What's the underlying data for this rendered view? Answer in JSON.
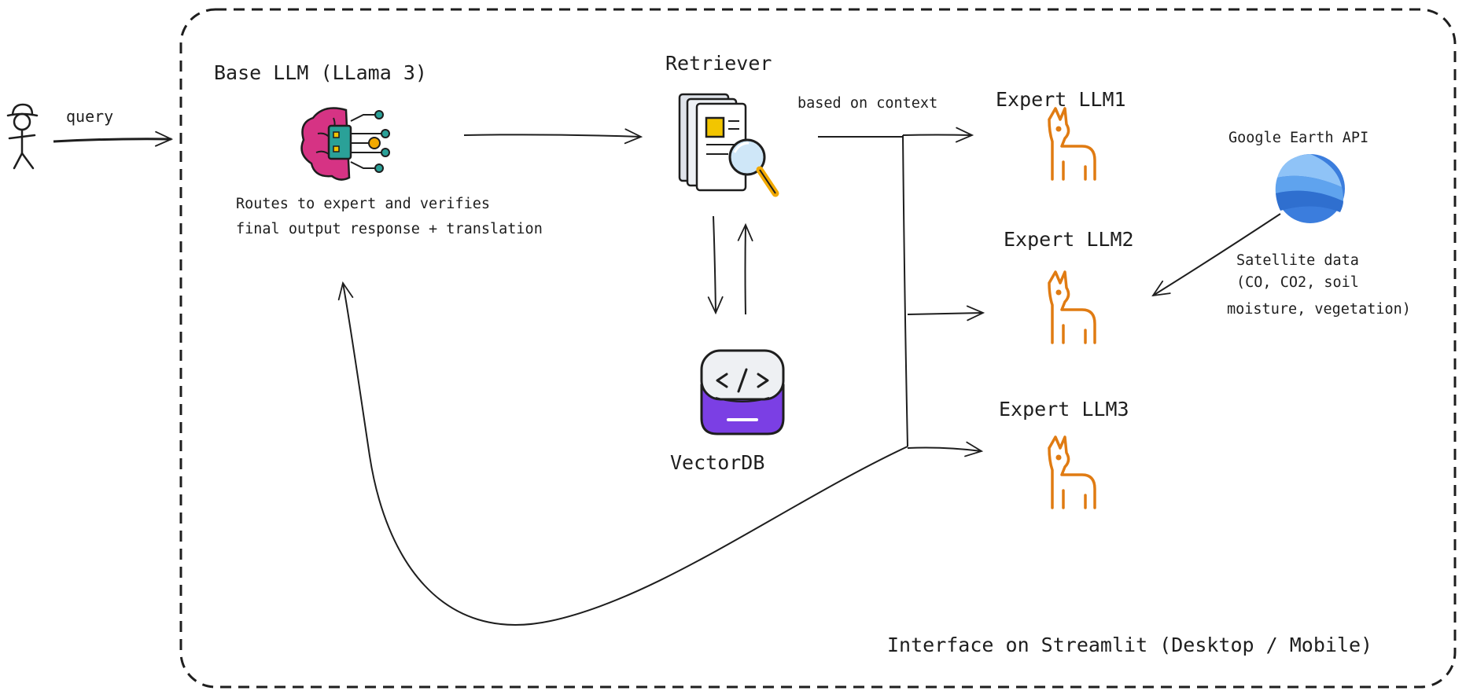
{
  "user": {
    "query_label": "query"
  },
  "base_llm": {
    "title": "Base LLM (LLama 3)",
    "desc_line1": "Routes to expert and verifies",
    "desc_line2": "final output response + translation"
  },
  "retriever": {
    "title": "Retriever",
    "edge_label": "based on context"
  },
  "vectordb": {
    "title": "VectorDB"
  },
  "experts": [
    {
      "title": "Expert LLM1"
    },
    {
      "title": "Expert LLM2"
    },
    {
      "title": "Expert LLM3"
    }
  ],
  "google_earth": {
    "title": "Google Earth API",
    "desc_line1": "Satellite data",
    "desc_line2": "(CO, CO2, soil",
    "desc_line3": "moisture, vegetation)"
  },
  "container": {
    "caption": "Interface on Streamlit (Desktop / Mobile)"
  },
  "colors": {
    "ink": "#1e1e1e",
    "llama": "#e07b12",
    "vector_purple": "#7b3fe4",
    "brain_pink": "#d63384",
    "circuit_teal": "#2aa198",
    "earth_blue": "#3b7ddd"
  }
}
